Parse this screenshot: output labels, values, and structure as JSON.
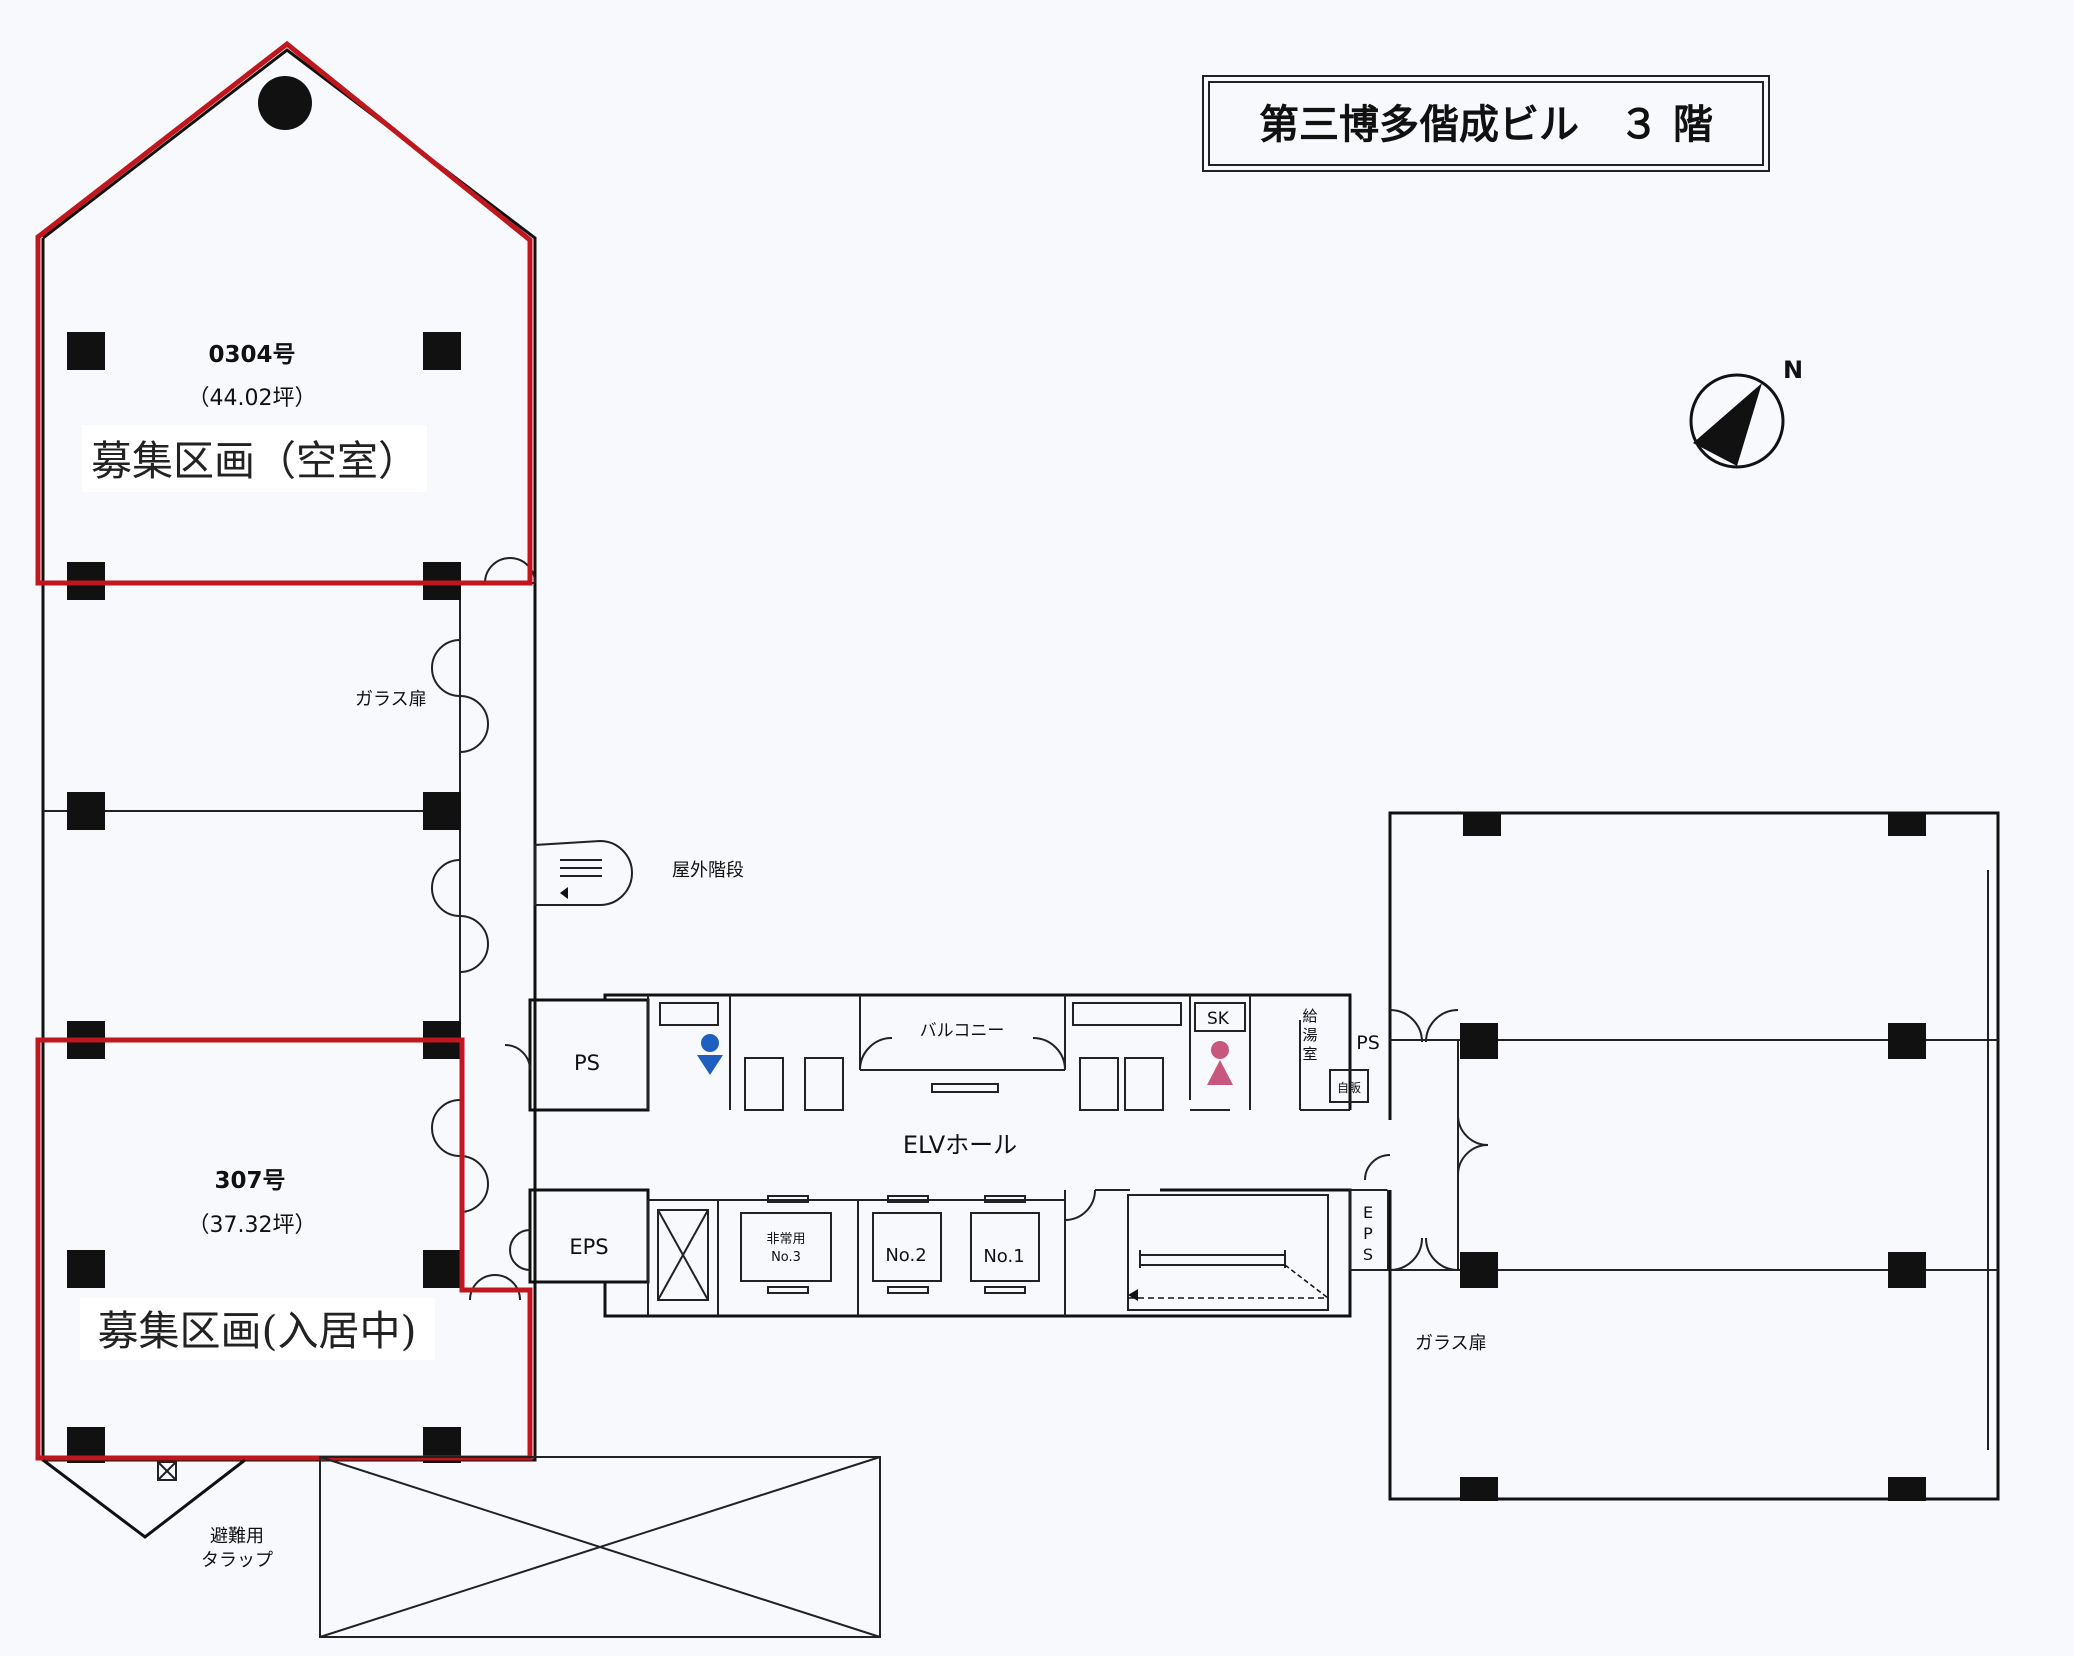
{
  "title": "第三博多偕成ビル　３ 階",
  "compass": {
    "label": "N"
  },
  "units": [
    {
      "number": "0304号",
      "area": "（44.02坪）",
      "status": "募集区画（空室）"
    },
    {
      "number": "307号",
      "area": "（37.32坪）",
      "status": "募集区画(入居中)"
    }
  ],
  "labels": {
    "glass_door_left": "ガラス扉",
    "glass_door_right": "ガラス扉",
    "outdoor_stairs": "屋外階段",
    "balcony": "バルコニー",
    "elv_hall": "ELVホール",
    "ps_left": "PS",
    "ps_right": "PS",
    "eps_left": "EPS",
    "eps_right": [
      "E",
      "P",
      "S"
    ],
    "sk": "SK",
    "kitchen": [
      "給",
      "湯",
      "室"
    ],
    "vending": "自販",
    "elevator_emergency": [
      "非常用",
      "No.3"
    ],
    "elevator_2": "No.2",
    "elevator_1": "No.1",
    "evac_ladder": [
      "避難用",
      "タラップ"
    ]
  },
  "colors": {
    "highlight": "#c0161d",
    "male_icon": "#1f5fbf",
    "female_icon": "#c8577e"
  }
}
